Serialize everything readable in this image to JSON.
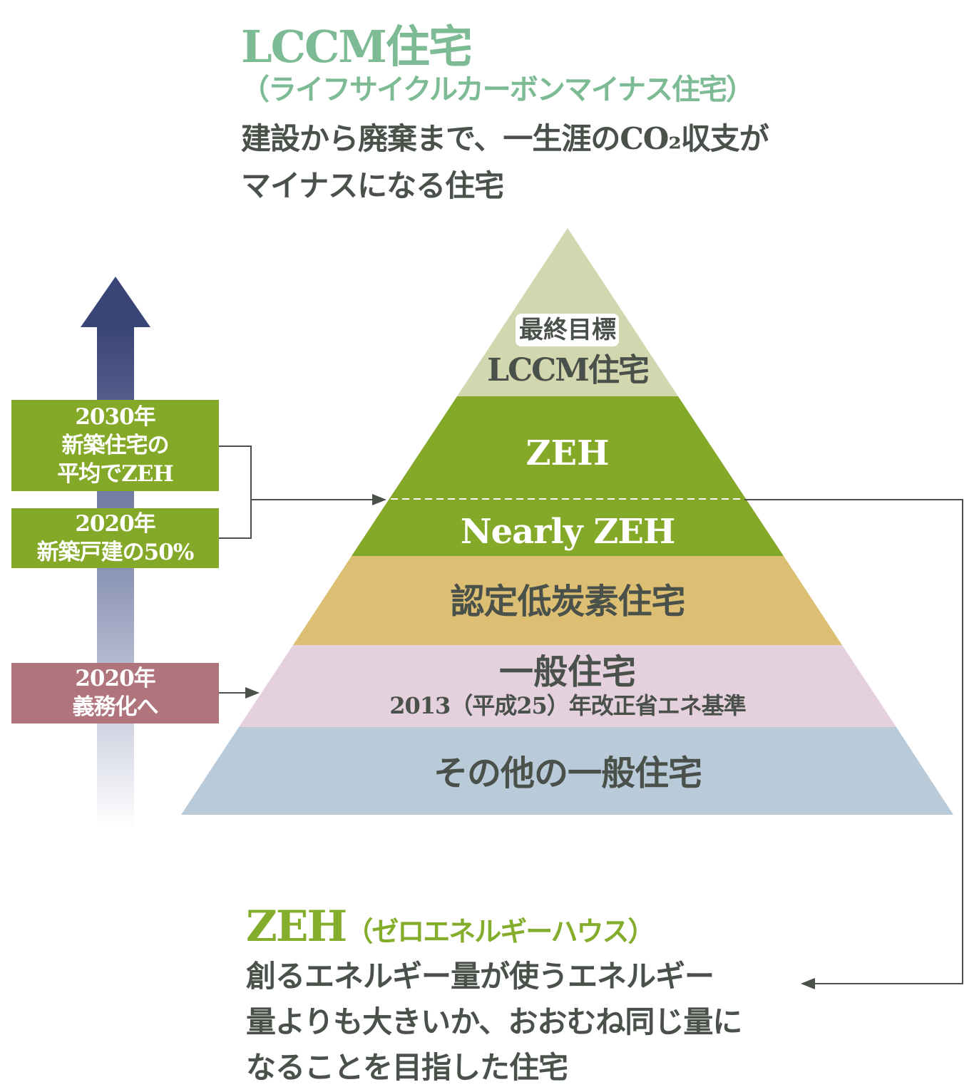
{
  "header": {
    "title": "LCCM住宅",
    "subtitle": "（ライフサイクルカーボンマイナス住宅）",
    "description_line1": "建設から廃棄まで、一生涯のCO₂収支が",
    "description_line2": "マイナスになる住宅"
  },
  "timeline": {
    "boxes": [
      {
        "lines": [
          "2030年",
          "新築住宅の",
          "平均でZEH"
        ],
        "color": "#84a928"
      },
      {
        "lines": [
          "2020年",
          "新築戸建の50%"
        ],
        "color": "#84a928"
      },
      {
        "lines": [
          "2020年",
          "義務化へ"
        ],
        "color": "#b0747c"
      }
    ],
    "arrow_color": "#3a4577"
  },
  "pyramid": {
    "levels": [
      {
        "badge": "最終目標",
        "label": "LCCM住宅",
        "color": "#d3d7af"
      },
      {
        "label": "ZEH",
        "color": "#84a928"
      },
      {
        "label": "Nearly ZEH",
        "color": "#84a928"
      },
      {
        "label": "認定低炭素住宅",
        "color": "#dcbf72"
      },
      {
        "label": "一般住宅",
        "sublabel": "2013（平成25）年改正省エネ基準",
        "color": "#e4d1dd"
      },
      {
        "label": "その他の一般住宅",
        "color": "#b9cad9"
      }
    ]
  },
  "zeh": {
    "title": "ZEH",
    "title_paren": "（ゼロエネルギーハウス）",
    "description_lines": [
      "創るエネルギー量が使うエネルギー",
      "量よりも大きいか、おおむね同じ量に",
      "なることを目指した住宅"
    ]
  }
}
